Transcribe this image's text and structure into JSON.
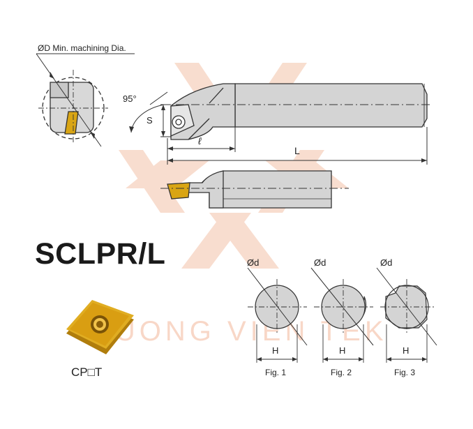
{
  "labels": {
    "min_dia": "ØD Min. machining Dia.",
    "angle": "95°",
    "s": "S",
    "small_l": "ℓ",
    "big_l": "L",
    "title": "SCLPR/L",
    "insert_code": "CP□T",
    "watermark": "HUONG VIEN TEK"
  },
  "figures": [
    {
      "diameter_label": "Ød",
      "h_label": "H",
      "caption": "Fig. 1"
    },
    {
      "diameter_label": "Ød",
      "h_label": "H",
      "caption": "Fig. 2"
    },
    {
      "diameter_label": "Ød",
      "h_label": "H",
      "caption": "Fig. 3"
    }
  ],
  "colors": {
    "holder_fill": "#d4d4d4",
    "insert_gold": "#d9a514",
    "line": "#333333",
    "watermark_orange": "#f3b79a"
  }
}
